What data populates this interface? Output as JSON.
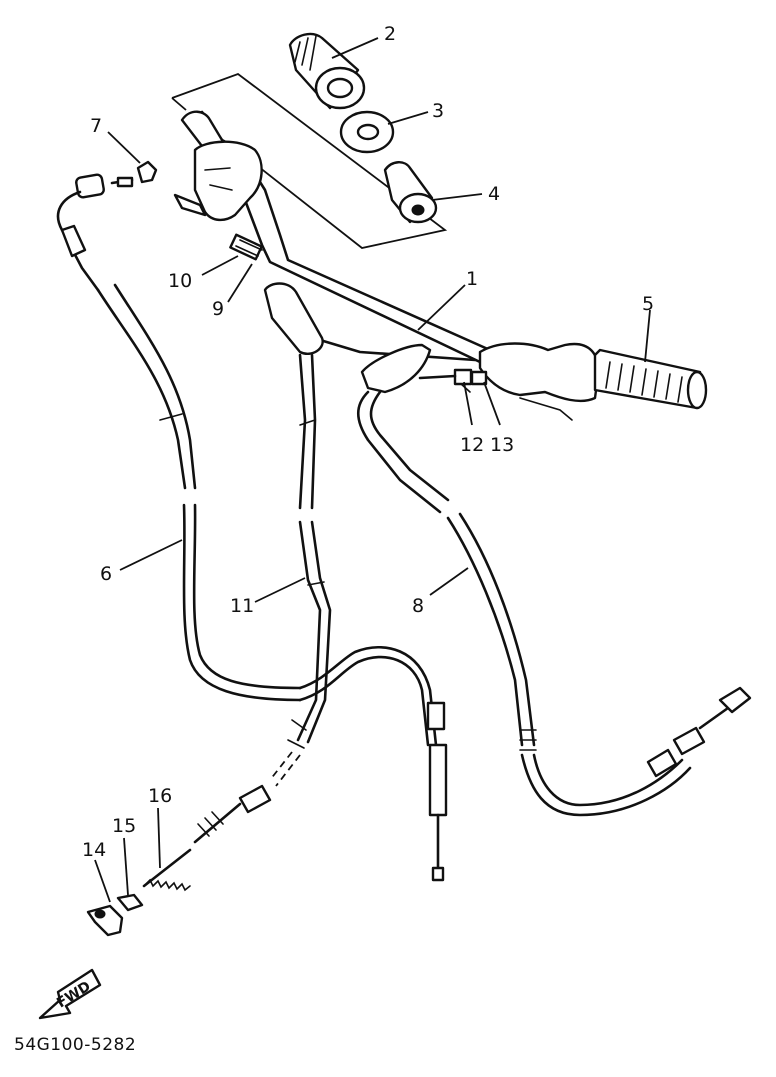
{
  "callouts": [
    {
      "id": "1",
      "text": "1"
    },
    {
      "id": "2",
      "text": "2"
    },
    {
      "id": "3",
      "text": "3"
    },
    {
      "id": "4",
      "text": "4"
    },
    {
      "id": "5",
      "text": "5"
    },
    {
      "id": "6",
      "text": "6"
    },
    {
      "id": "7",
      "text": "7"
    },
    {
      "id": "8",
      "text": "8"
    },
    {
      "id": "9",
      "text": "9"
    },
    {
      "id": "10",
      "text": "10"
    },
    {
      "id": "11",
      "text": "11"
    },
    {
      "id": "12",
      "text": "12"
    },
    {
      "id": "13",
      "text": "13"
    },
    {
      "id": "14",
      "text": "14"
    },
    {
      "id": "15",
      "text": "15"
    },
    {
      "id": "16",
      "text": "16"
    }
  ],
  "direction_marker": "FWD",
  "drawing_code": "54G100-5282"
}
